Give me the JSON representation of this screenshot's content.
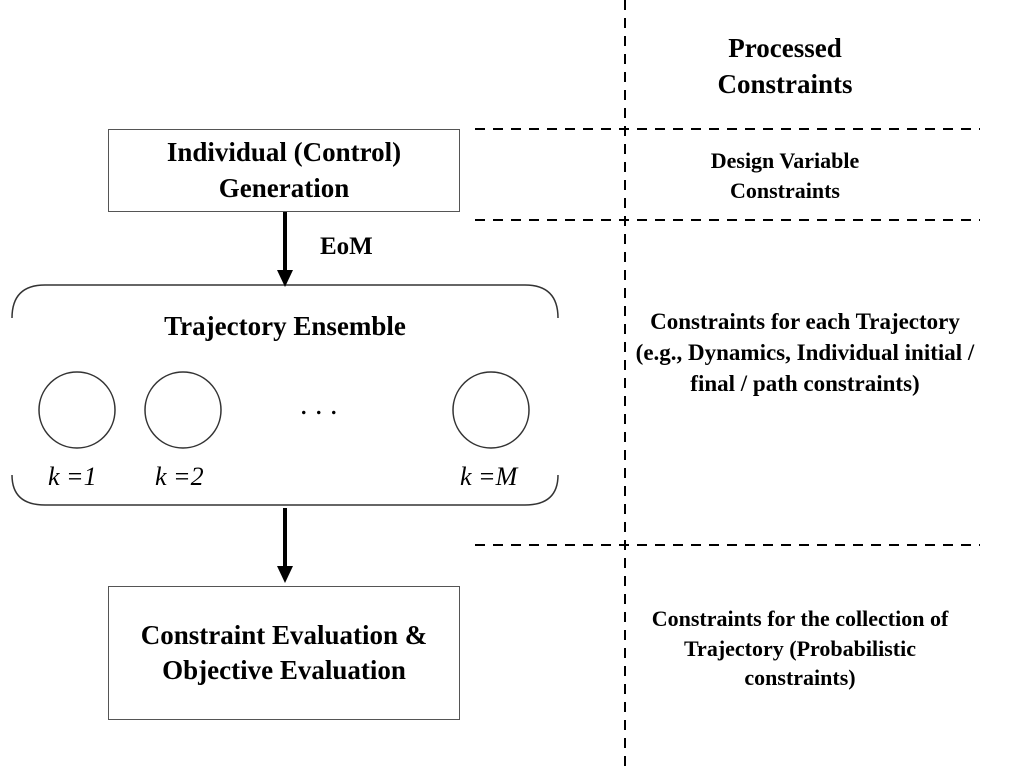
{
  "right": {
    "header": "Processed Constraints",
    "row1": "Design Variable Constraints",
    "row2": "Constraints for each Trajectory (e.g., Dynamics, Individual initial / final / path constraints)",
    "row3": "Constraints for the collection of Trajectory (Probabilistic constraints)"
  },
  "left": {
    "gen": "Individual (Control) Generation",
    "eom": "EoM",
    "ensemble": "Trajectory Ensemble",
    "dots": ". . .",
    "k1": "k =1",
    "k2": "k =2",
    "kM": "k =M",
    "eval": "Constraint Evaluation & Objective Evaluation"
  }
}
